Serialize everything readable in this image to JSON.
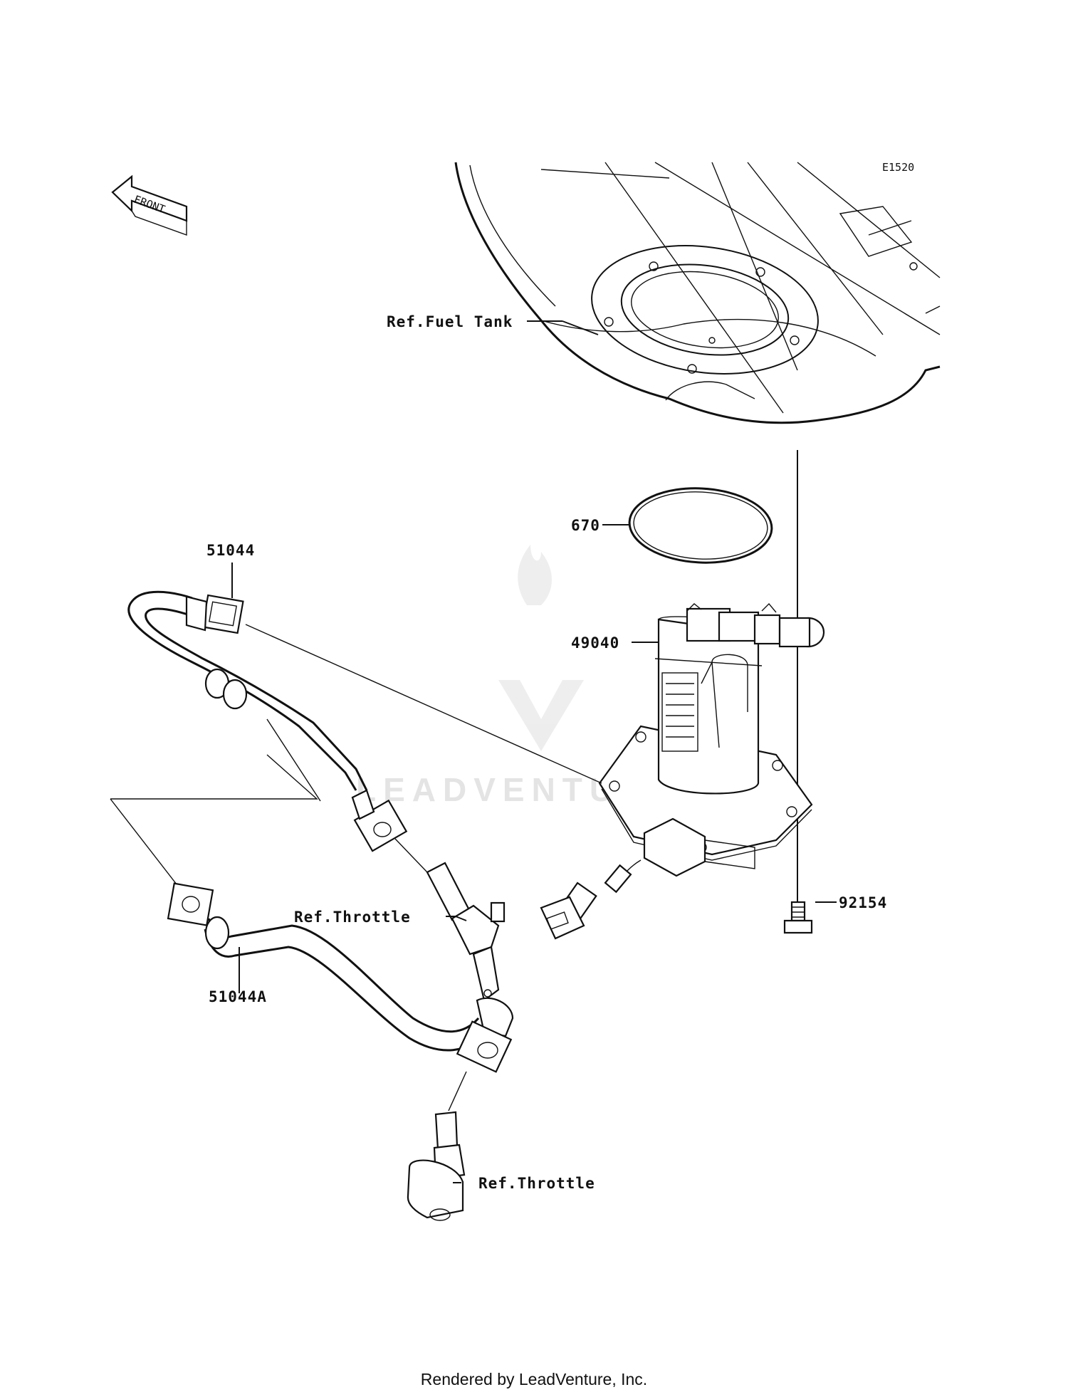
{
  "diagram_code": "E1520",
  "front_arrow_label": "FRONT",
  "watermark": "LEADVENTURE",
  "footer": "Rendered by LeadVenture, Inc.",
  "callouts": {
    "fuel_tank": "Ref.Fuel Tank",
    "gasket": "670",
    "fuel_pump": "49040",
    "hose_upper": "51044",
    "hose_lower": "51044A",
    "bolt": "92154",
    "throttle_upper": "Ref.Throttle",
    "throttle_lower": "Ref.Throttle"
  }
}
